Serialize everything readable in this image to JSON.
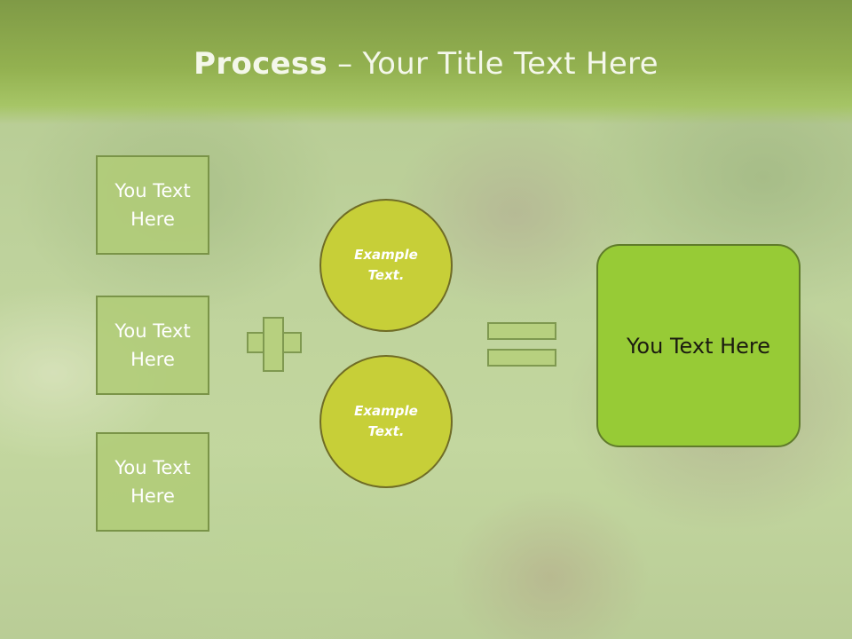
{
  "slide": {
    "title_bold": "Process",
    "title_rest": " – Your Title Text Here"
  },
  "left_boxes": [
    {
      "label": "You Text Here"
    },
    {
      "label": "You Text Here"
    },
    {
      "label": "You Text Here"
    }
  ],
  "circles": [
    {
      "label": "Example Text."
    },
    {
      "label": "Example Text."
    }
  ],
  "result": {
    "label": "You Text Here"
  },
  "colors": {
    "title_band": "#8fac4d",
    "left_box_fill": "#b0cc78",
    "circle_fill": "#c7cf38",
    "result_fill": "#97cb36",
    "symbol_fill": "#b7d07f"
  }
}
